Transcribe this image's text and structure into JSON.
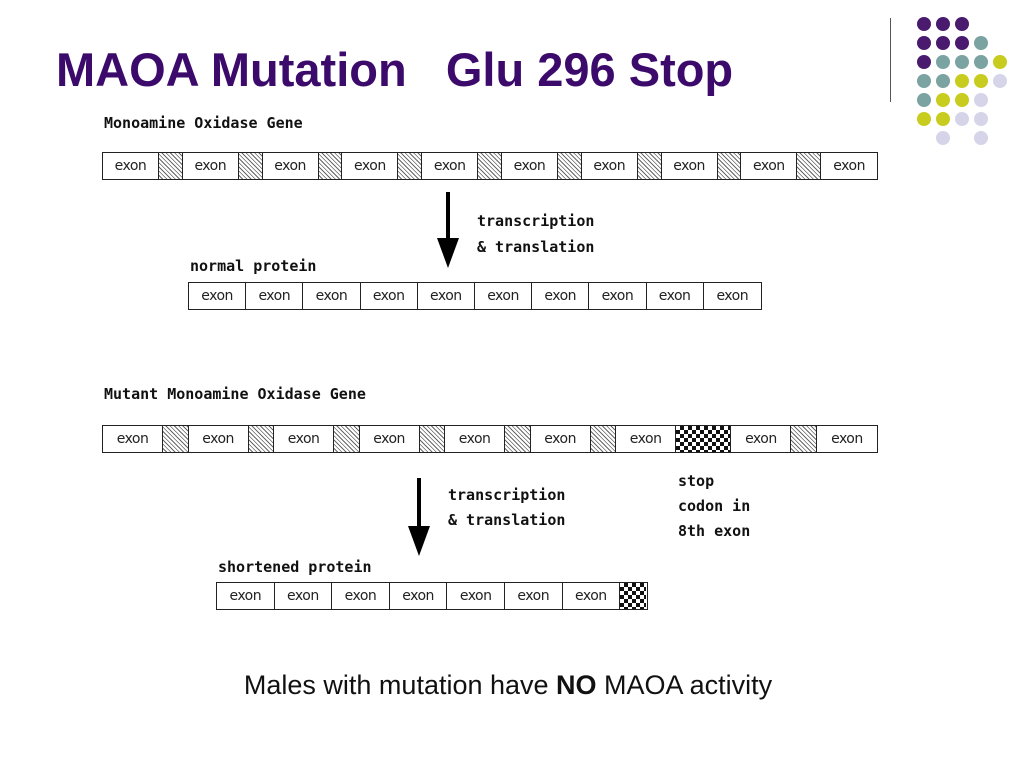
{
  "slide": {
    "title": "MAOA Mutation   Glu 296 Stop",
    "caption_before": "Males with mutation have ",
    "caption_bold": "NO",
    "caption_after": " MAOA activity"
  },
  "colors": {
    "title": "#3b0a6b",
    "purple": "#4a1a6e",
    "teal": "#7ba3a1",
    "yellow": "#c8cc1e",
    "lavender": "#d6d4e8"
  },
  "dot_grid": [
    [
      "purple",
      "purple",
      "purple",
      null,
      null
    ],
    [
      "purple",
      "purple",
      "purple",
      "teal",
      null
    ],
    [
      "purple",
      "teal",
      "teal",
      "teal",
      "yellow"
    ],
    [
      "teal",
      "teal",
      "yellow",
      "yellow",
      "lavender"
    ],
    [
      "teal",
      "yellow",
      "yellow",
      "lavender",
      null
    ],
    [
      "yellow",
      "yellow",
      "lavender",
      "lavender",
      null
    ],
    [
      null,
      "lavender",
      null,
      "lavender",
      null
    ]
  ],
  "diagram": {
    "gene_label": "Monoamine Oxidase Gene",
    "arrow1_line1": "transcription",
    "arrow1_line2": "& translation",
    "normal_label": "normal protein",
    "mutant_label": "Mutant Monoamine Oxidase Gene",
    "stop_note_line1": "stop",
    "stop_note_line2": "codon in",
    "stop_note_line3": "8th exon",
    "arrow2_line1": "transcription",
    "arrow2_line2": "& translation",
    "shortened_label": "shortened protein",
    "exon_text": "exon",
    "gene_segments": [
      "exon",
      "intron",
      "exon",
      "intron",
      "exon",
      "intron",
      "exon",
      "intron",
      "exon",
      "intron",
      "exon",
      "intron",
      "exon",
      "intron",
      "exon",
      "intron",
      "exon",
      "intron",
      "exon"
    ],
    "normal_protein_segments": [
      "exon",
      "exon",
      "exon",
      "exon",
      "exon",
      "exon",
      "exon",
      "exon",
      "exon",
      "exon"
    ],
    "mutant_gene_segments": [
      "exon",
      "intron",
      "exon",
      "intron",
      "exon",
      "intron",
      "exon",
      "intron",
      "exon",
      "intron",
      "exon",
      "intron",
      "exon",
      "stop",
      "exon",
      "intron",
      "exon"
    ],
    "shortened_protein_segments": [
      "exon",
      "exon",
      "exon",
      "exon",
      "exon",
      "exon",
      "exon",
      "stop"
    ]
  }
}
